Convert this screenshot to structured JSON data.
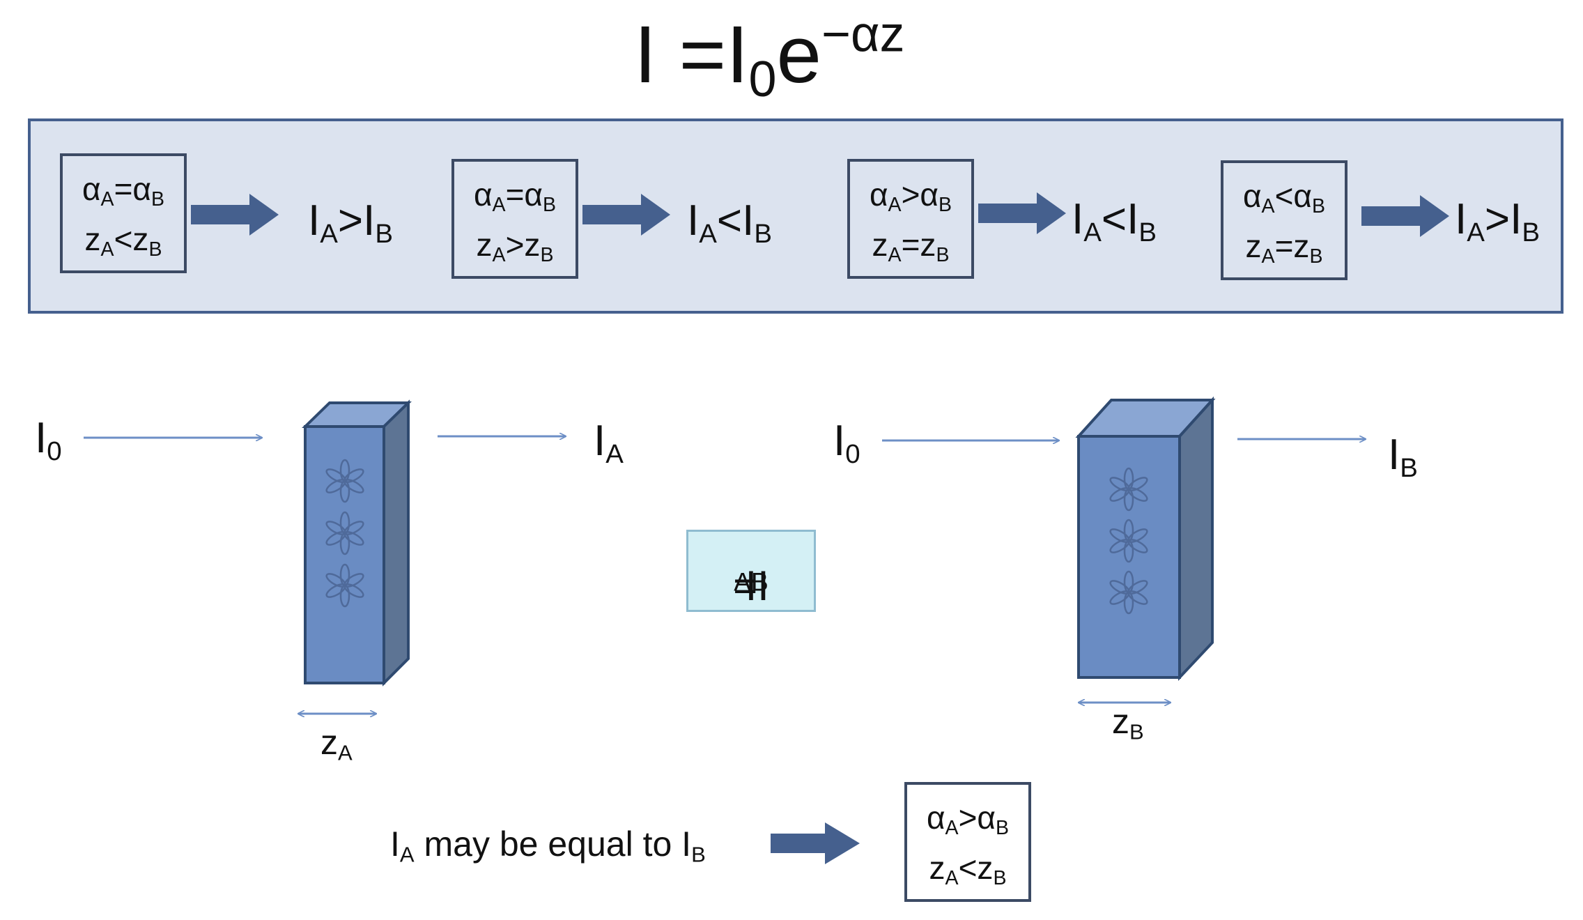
{
  "formula": {
    "lhs": "I =I",
    "sub0": "0",
    "base": "e",
    "exp": "−αz"
  },
  "conditions": [
    {
      "l1": {
        "a": "α",
        "as": "A",
        "op": "=α",
        "bs": "B"
      },
      "l2": {
        "a": "z",
        "as": "A",
        "op": "<z",
        "bs": "B"
      },
      "result": {
        "a": "I",
        "as": "A",
        "op": ">I",
        "bs": "B"
      }
    },
    {
      "l1": {
        "a": "α",
        "as": "A",
        "op": "=α",
        "bs": "B"
      },
      "l2": {
        "a": "z",
        "as": "A",
        "op": ">z",
        "bs": "B"
      },
      "result": {
        "a": "I",
        "as": "A",
        "op": "<I",
        "bs": "B"
      }
    },
    {
      "l1": {
        "a": "α",
        "as": "A",
        "op": ">α",
        "bs": "B"
      },
      "l2": {
        "a": "z",
        "as": "A",
        "op": "=z",
        "bs": "B"
      },
      "result": {
        "a": "I",
        "as": "A",
        "op": "<I",
        "bs": "B"
      }
    },
    {
      "l1": {
        "a": "α",
        "as": "A",
        "op": "<α",
        "bs": "B"
      },
      "l2": {
        "a": "z",
        "as": "A",
        "op": "=z",
        "bs": "B"
      },
      "result": {
        "a": "I",
        "as": "A",
        "op": ">I",
        "bs": "B"
      }
    }
  ],
  "sampleA": {
    "in": {
      "main": "I",
      "sub": "0"
    },
    "out": {
      "main": "I",
      "sub": "A"
    },
    "width": {
      "main": "z",
      "sub": "A"
    }
  },
  "sampleB": {
    "in": {
      "main": "I",
      "sub": "0"
    },
    "out": {
      "main": "I",
      "sub": "B"
    },
    "width": {
      "main": "z",
      "sub": "B"
    }
  },
  "equal_box": {
    "a": "I",
    "as": "A",
    "op": "=I",
    "bs": "B"
  },
  "note": {
    "a": "I",
    "as": "A",
    "mid": " may be equal to I",
    "bs": "B"
  },
  "final": {
    "l1": {
      "a": "α",
      "as": "A",
      "op": ">α",
      "bs": "B"
    },
    "l2": {
      "a": "z",
      "as": "A",
      "op": "<z",
      "bs": "B"
    }
  },
  "colors": {
    "panel_fill": "#dce3ef",
    "panel_border": "#45608e",
    "arrow": "#45608e",
    "slab_front": "#6a8cc3",
    "slab_top": "#8aa6d3",
    "slab_side": "#5d7494",
    "equal_fill": "#d4f0f5"
  }
}
